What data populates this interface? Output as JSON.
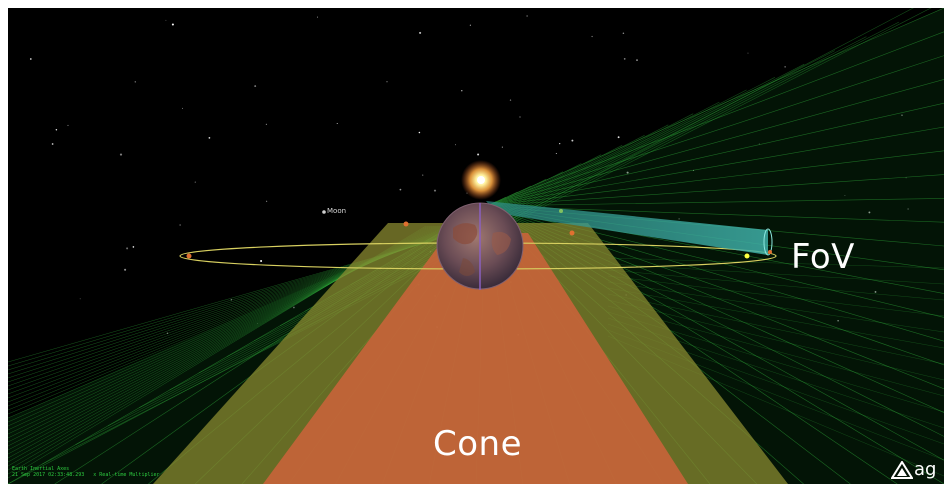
{
  "scene": {
    "fov_label": "FoV",
    "cone_label": "Cone",
    "moon_label": "Moon",
    "axes_label": "Earth Inertial Axes",
    "datetime": "21 Sep 2017 02:33:48.293",
    "time_step": "x Real-time Multiplier",
    "logo_text": "ag"
  },
  "colors": {
    "background": "#000000",
    "grid": "#2fae3a",
    "cone": "#c8643a",
    "cone_outer": "#8a8a30",
    "fov_beam": "#3fa8a0",
    "orbit": "#d8d060",
    "sun": "#ffe060",
    "status_text": "#2ecc40"
  },
  "icons": [
    "sun-icon",
    "earth-icon",
    "satellite-icon",
    "logo-icon"
  ]
}
